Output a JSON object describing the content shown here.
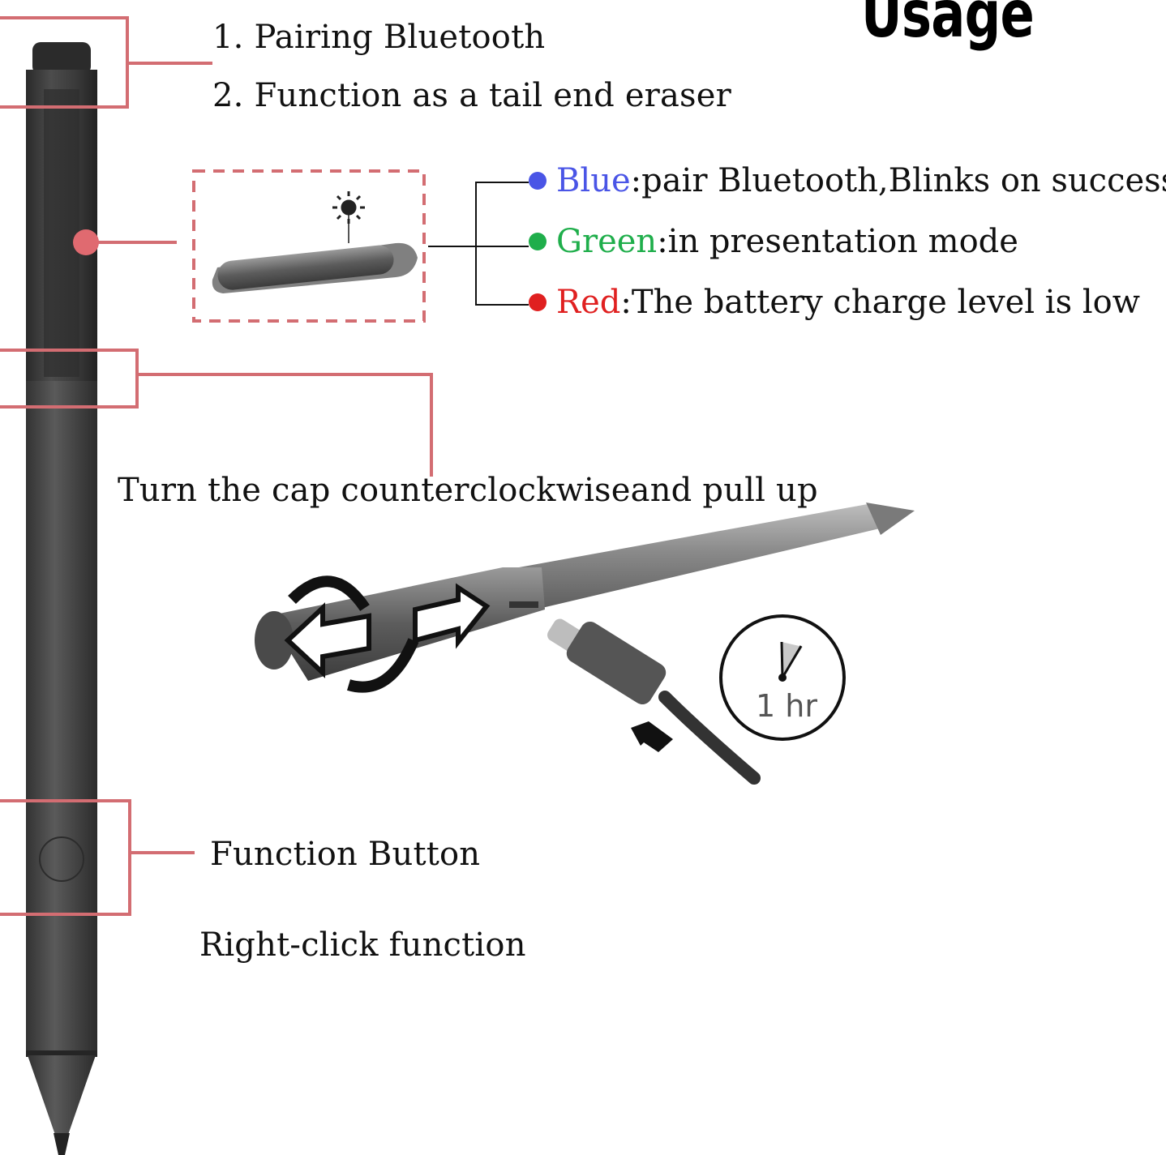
{
  "title": "Usage",
  "top_features": {
    "line1": "1. Pairing Bluetooth",
    "line2": "2. Function as a tail end eraser"
  },
  "led": {
    "blue": {
      "color_word": "Blue",
      "text": ":pair Bluetooth,Blinks on success",
      "color": "#4a55e6"
    },
    "green": {
      "color_word": "Green",
      "text": ":in presentation mode",
      "color": "#1fae4b"
    },
    "red": {
      "color_word": "Red",
      "text": ":The battery charge level is low",
      "color": "#e02020"
    }
  },
  "cap_instruction": "Turn the cap counterclockwiseand pull up",
  "clock_label": "1 hr",
  "function_button": "Function Button",
  "right_click": "Right-click function",
  "colors": {
    "callout": "#d36d72",
    "pen_body": "#3a3a3a",
    "pen_lower": "#4a4a4a"
  }
}
